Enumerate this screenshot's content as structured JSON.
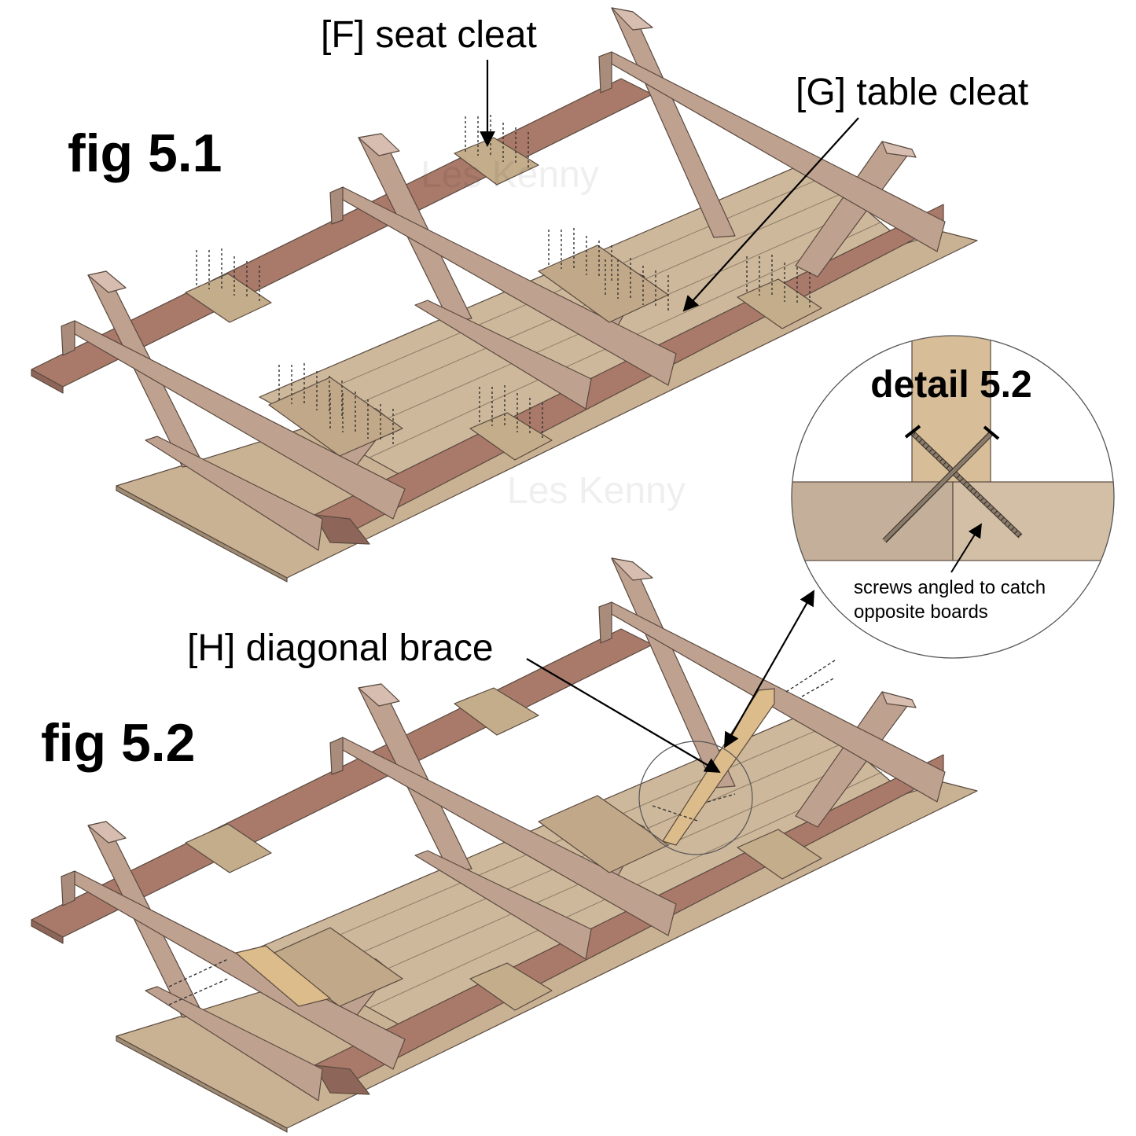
{
  "figures": {
    "fig1": {
      "title": "fig 5.1"
    },
    "fig2": {
      "title": "fig 5.2"
    }
  },
  "callouts": {
    "seat_cleat": "[F] seat cleat",
    "table_cleat": "[G] table cleat",
    "diagonal_brace": "[H] diagonal brace"
  },
  "detail": {
    "title": "detail 5.2",
    "note_line1": "screws angled to catch",
    "note_line2": "opposite boards"
  },
  "watermark": "Les Kenny",
  "colors": {
    "frame_wood": "#bfa190",
    "frame_top": "#d6bdb0",
    "seat_board": "#a9796a",
    "table_board": "#cdb89c",
    "cleat": "#c4ad8b",
    "brace": "#dcbc8a",
    "outline": "#5a4a3f"
  }
}
